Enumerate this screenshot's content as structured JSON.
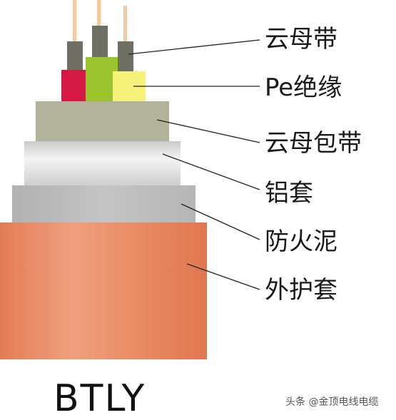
{
  "labels": [
    "云母带",
    "Pe绝缘",
    "云母包带",
    "铝套",
    "防火泥",
    "外护套"
  ],
  "title": "BTLY",
  "watermark": "头条 @金顶电线电缆",
  "colors": {
    "conductor": "#f2c9a0",
    "mica_tape": "#6e6e63",
    "insulation_red": "#d41a44",
    "insulation_green": "#9cc42e",
    "insulation_yellow": "#f7f27a",
    "mica_wrap": "#b3b29a",
    "aluminum_sheath": "#d7d7d7",
    "fireproof_mud": "#bcbcbc",
    "outer_sheath": "#e98a63",
    "leader_line": "#222222"
  }
}
